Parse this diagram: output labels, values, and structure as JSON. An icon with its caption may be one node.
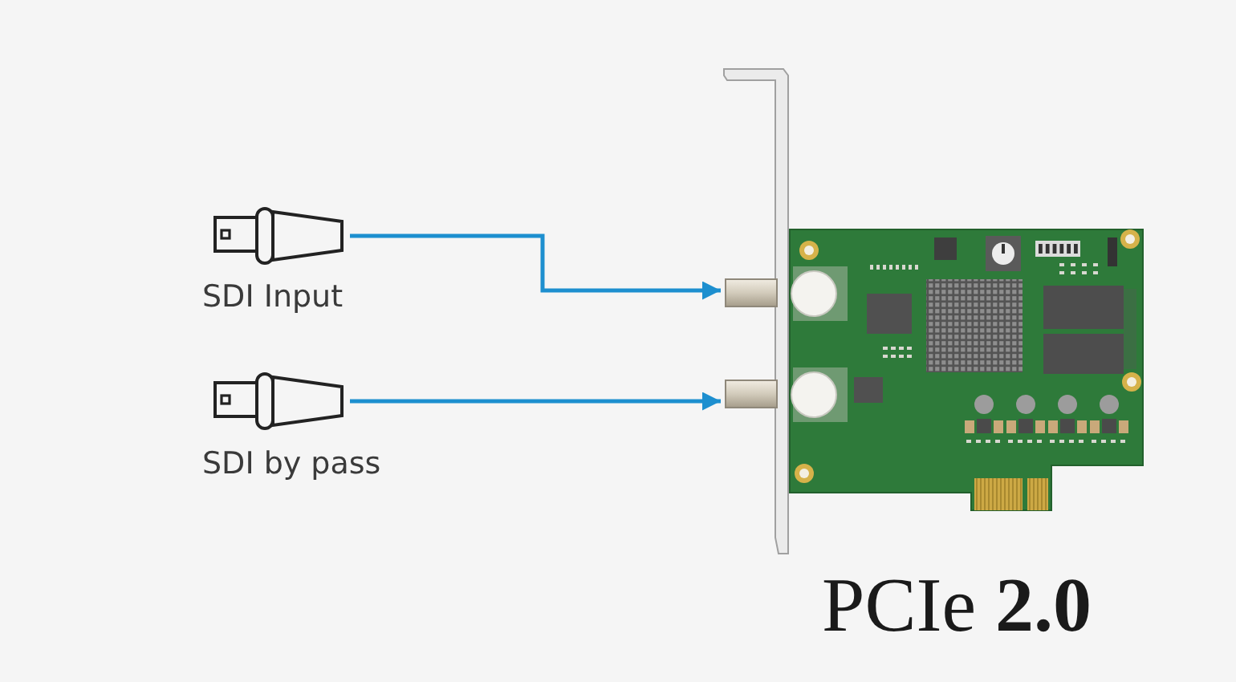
{
  "diagram": {
    "nodes": [
      {
        "text": [],
        "shape": "picture",
        "beside": [
          "SDI Input"
        ]
      },
      {
        "text": [],
        "shape": "picture",
        "beside": [
          "SDI by pass"
        ]
      },
      {
        "text": [],
        "shape": "picture",
        "beside": [
          "PCIe **2.0**"
        ]
      }
    ],
    "edges": [
      {
        "from": 0,
        "to": 2,
        "arrow": "to"
      },
      {
        "from": 1,
        "to": 2,
        "arrow": "to"
      }
    ]
  }
}
